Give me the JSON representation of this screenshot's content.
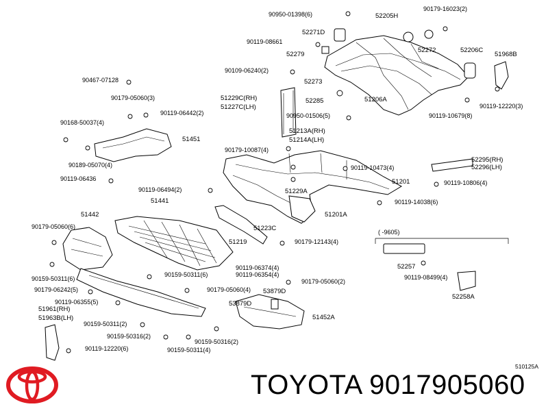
{
  "diagram": {
    "part_labels": [
      "90950-01398(6)",
      "52205H",
      "90179-16023(2)",
      "52271D",
      "90119-08661",
      "52279",
      "52272",
      "52206C",
      "51968B",
      "90109-06240(2)",
      "90467-07128",
      "52273",
      "51206A",
      "90179-05060(3)",
      "90119-06442(2)",
      "51229C(RH)",
      "51227C(LH)",
      "52285",
      "90950-01506(5)",
      "90119-12220(3)",
      "90119-10679(8)",
      "90168-50037(4)",
      "51451",
      "51213A(RH)",
      "51214A(LH)",
      "90179-10087(4)",
      "90189-05070(4)",
      "52295(RH)",
      "52296(LH)",
      "90119-10473(4)",
      "90119-06436",
      "51201",
      "90119-10806(4)",
      "90119-06494(2)",
      "51229A",
      "51441",
      "90119-14038(6)",
      "51442",
      "51201A",
      "90179-05060(6)",
      "51223C",
      "( -9605)",
      "51219",
      "90179-12143(4)",
      "52257",
      "90119-06374(4)",
      "90119-06354(4)",
      "90159-50311(6)",
      "90159-50311(6)",
      "90179-05060(2)",
      "90119-08499(4)",
      "90179-06242(5)",
      "90179-05060(4)",
      "53879D",
      "52258A",
      "90119-06355(5)",
      "53879D",
      "51961(RH)",
      "51963B(LH)",
      "51452A",
      "90159-50311(2)",
      "90159-50316(2)",
      "90159-50316(2)",
      "90119-12220(6)",
      "90159-50311(4)"
    ],
    "diagram_code": "510125A"
  },
  "brand": {
    "text": "TOYOTA 9017905060",
    "logo_name": "toyota-logo",
    "logo_color": "#e01b22"
  }
}
